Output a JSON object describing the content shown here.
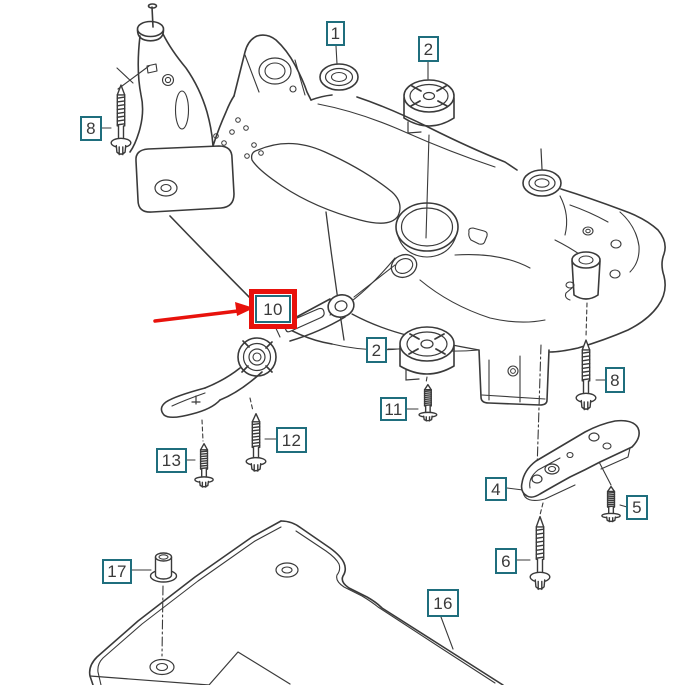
{
  "diagram": {
    "type": "exploded-parts-diagram",
    "subject": "front subframe crossmember with mounts, bolts and cover plate",
    "colors": {
      "line": "#3a3a3a",
      "label_border": "#1f6e7d",
      "label_text": "#3a3a3a",
      "highlight_red": "#e8120c",
      "background": "#ffffff"
    },
    "labels": [
      {
        "text": "1",
        "highlighted": false
      },
      {
        "text": "2",
        "highlighted": false
      },
      {
        "text": "8",
        "highlighted": false
      },
      {
        "text": "10",
        "highlighted": true
      },
      {
        "text": "2",
        "highlighted": false
      },
      {
        "text": "8",
        "highlighted": false
      },
      {
        "text": "11",
        "highlighted": false
      },
      {
        "text": "12",
        "highlighted": false
      },
      {
        "text": "13",
        "highlighted": false
      },
      {
        "text": "4",
        "highlighted": false
      },
      {
        "text": "5",
        "highlighted": false
      },
      {
        "text": "6",
        "highlighted": false
      },
      {
        "text": "16",
        "highlighted": false
      },
      {
        "text": "17",
        "highlighted": false
      }
    ],
    "annotation": {
      "type": "arrow",
      "target_label": "10",
      "color": "#e8120c"
    }
  }
}
